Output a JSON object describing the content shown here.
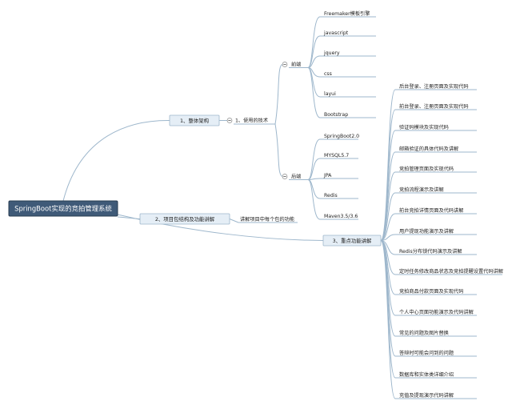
{
  "root": {
    "label": "SpringBoot实现的竞拍管理系统"
  },
  "branches": [
    {
      "label": "1、整体架构",
      "children": [
        {
          "label": "1、使用的技术",
          "children": [
            {
              "label": "前端",
              "children": [
                "Freemaker模板引擎",
                "javascript",
                "jquery",
                "css",
                "layui",
                "Bootstrap"
              ]
            },
            {
              "label": "后端",
              "children": [
                "SpringBoot2.0",
                "MYSQL5.7",
                "JPA",
                "Redis",
                "Maven3.5/3.6"
              ]
            }
          ]
        }
      ]
    },
    {
      "label": "2、项目包结构及功能讲解",
      "children": [
        {
          "label": "讲解项目中每个包的功能",
          "children": []
        }
      ]
    },
    {
      "label": "3、重点功能讲解",
      "children": [
        {
          "label": "后台登录、注册页面及实现代码"
        },
        {
          "label": "前台登录、注册页面及实现代码"
        },
        {
          "label": "验证码模块及实现代码"
        },
        {
          "label": "邮箱验证的具体代码及讲解"
        },
        {
          "label": "竞拍管理页面及实现代码"
        },
        {
          "label": "竞拍流程演示及讲解"
        },
        {
          "label": "前台竞拍详情页面及代码讲解"
        },
        {
          "label": "用户提现功能演示及讲解"
        },
        {
          "label": "Redis分布锁代码演示及讲解"
        },
        {
          "label": "定时任务修改商品状态及竞拍提醒设置代码讲解"
        },
        {
          "label": "竞拍商品付款页面及实现代码"
        },
        {
          "label": "个人中心页面功能演示及代码讲解"
        },
        {
          "label": "常见的问题及图片替换"
        },
        {
          "label": "答辩时可能会问到的问题"
        },
        {
          "label": "数据库和实体类详细介绍"
        },
        {
          "label": "充值及提现演示代码讲解"
        }
      ]
    }
  ]
}
